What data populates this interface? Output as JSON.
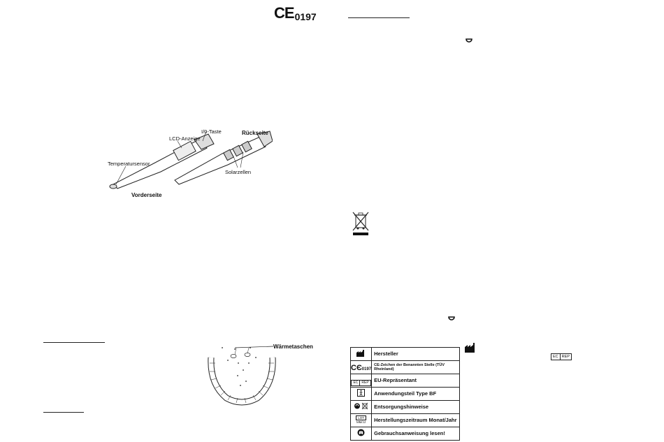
{
  "header": {
    "ce_mark": "CE",
    "ce_number": "0197"
  },
  "figure_thermometer": {
    "labels": {
      "lcd": "LCD-Anzeige",
      "io_key": "I/0-Taste",
      "back": "Rückseite",
      "sensor": "Temperatursensor",
      "solar": "Solarzellen",
      "front": "Vorderseite"
    }
  },
  "figure_mouth": {
    "label": "Wärmetaschen"
  },
  "legend": {
    "rows": [
      {
        "icon": "manufacturer-icon",
        "text": "Hersteller"
      },
      {
        "icon": "ce-icon",
        "icon_text": "0197",
        "text": "CE-Zeichen der Benannten Stelle (TÜV Rheinland)"
      },
      {
        "icon": "ec-rep-icon",
        "icon_text_a": "EC",
        "icon_text_b": "REP",
        "text": "EU-Repräsentant"
      },
      {
        "icon": "type-bf-icon",
        "text": "Anwendungsteil Type BF"
      },
      {
        "icon": "disposal-icon",
        "text": "Entsorgungshinweise"
      },
      {
        "icon": "lot-icon",
        "icon_text_a": "LOT",
        "icon_text_b": "MM/JJ",
        "text": "Herstellungszeitraum Monat/Jahr"
      },
      {
        "icon": "read-manual-icon",
        "text": "Gebrauchsanweisung lesen!"
      }
    ]
  },
  "ec_rep_large": {
    "a": "EC",
    "b": "REP"
  }
}
